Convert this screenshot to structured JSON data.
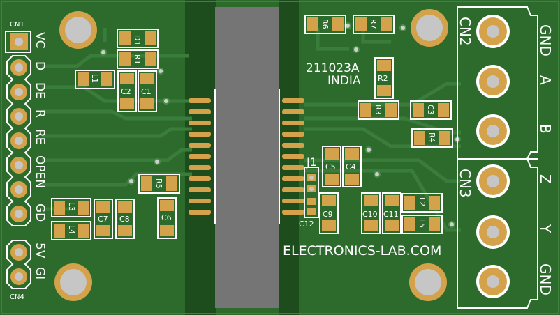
{
  "board": {
    "code": "211023A",
    "country": "INDIA",
    "url": "ELECTRONICS-LAB.COM",
    "colors": {
      "substrate": "#2c6a2c",
      "copper": "#d4a24a",
      "silk": "#ffffff",
      "ic": "#757575"
    }
  },
  "connectors": {
    "cn1": {
      "label": "CN1",
      "pins": [
        "VC",
        "D",
        "DE",
        "R",
        "RE",
        "OPEN",
        "GD"
      ]
    },
    "cn4": {
      "label": "CN4",
      "pins": [
        "5V",
        "GI"
      ]
    },
    "cn2": {
      "label": "CN2",
      "pins": [
        "GND",
        "A",
        "B"
      ]
    },
    "cn3": {
      "label": "CN3",
      "pins": [
        "Z",
        "Y",
        "GND"
      ]
    }
  },
  "jumper": {
    "label": "J1"
  },
  "components": {
    "d1": "D1",
    "r1": "R1",
    "l1": "L1",
    "c1": "C1",
    "c2": "C2",
    "r5": "R5",
    "l3": "L3",
    "l4": "L4",
    "c7": "C7",
    "c8": "C8",
    "c6": "C6",
    "r6": "R6",
    "r7": "R7",
    "r2": "R2",
    "r3": "R3",
    "c3": "C3",
    "r4": "R4",
    "c5": "C5",
    "c4": "C4",
    "c9": "C9",
    "c12": "C12",
    "c10": "C10",
    "c11": "C11",
    "l2": "L2",
    "l5": "L5"
  }
}
